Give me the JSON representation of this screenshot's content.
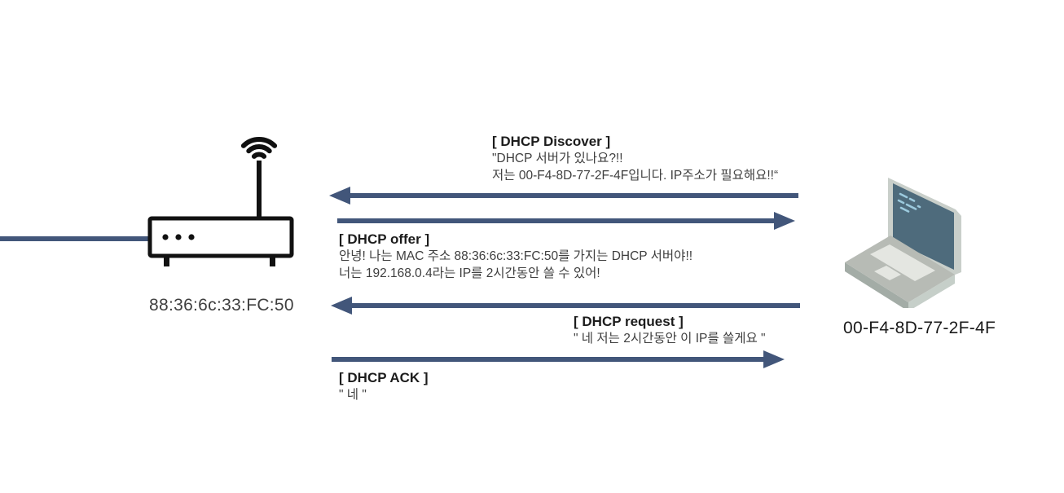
{
  "router": {
    "label": "88:36:6c:33:FC:50"
  },
  "laptop": {
    "label": "00-F4-8D-77-2F-4F"
  },
  "messages": [
    {
      "name": "DHCP Discover",
      "title": "[ DHCP Discover ]",
      "direction": "to-router",
      "lines": [
        "\"DHCP 서버가 있나요?!!",
        "저는 00-F4-8D-77-2F-4F입니다. IP주소가 필요해요!!“"
      ]
    },
    {
      "name": "DHCP offer",
      "title": "[ DHCP offer ]",
      "direction": "to-laptop",
      "lines": [
        "안녕! 나는 MAC 주소 88:36:6c:33:FC:50를 가지는 DHCP 서버야!!",
        "너는 192.168.0.4라는 IP를 2시간동안 쓸 수 있어!"
      ]
    },
    {
      "name": "DHCP request",
      "title": "[ DHCP request ]",
      "direction": "to-router",
      "lines": [
        "\" 네 저는 2시간동안 이 IP를 쓸게요 \""
      ]
    },
    {
      "name": "DHCP ACK",
      "title": "[ DHCP ACK ]",
      "direction": "to-laptop",
      "lines": [
        "\" 네 \""
      ]
    }
  ],
  "colors": {
    "arrow": "#42567A",
    "title_text": "#1c1c1c",
    "body_text": "#3f3f3f",
    "laptop_screen": "#4e6b7c",
    "laptop_screen_dash": "#9ccade",
    "laptop_frame": "#c9cfca",
    "laptop_base": "#b7bbb5",
    "laptop_keyboard": "#e4e6e1"
  }
}
